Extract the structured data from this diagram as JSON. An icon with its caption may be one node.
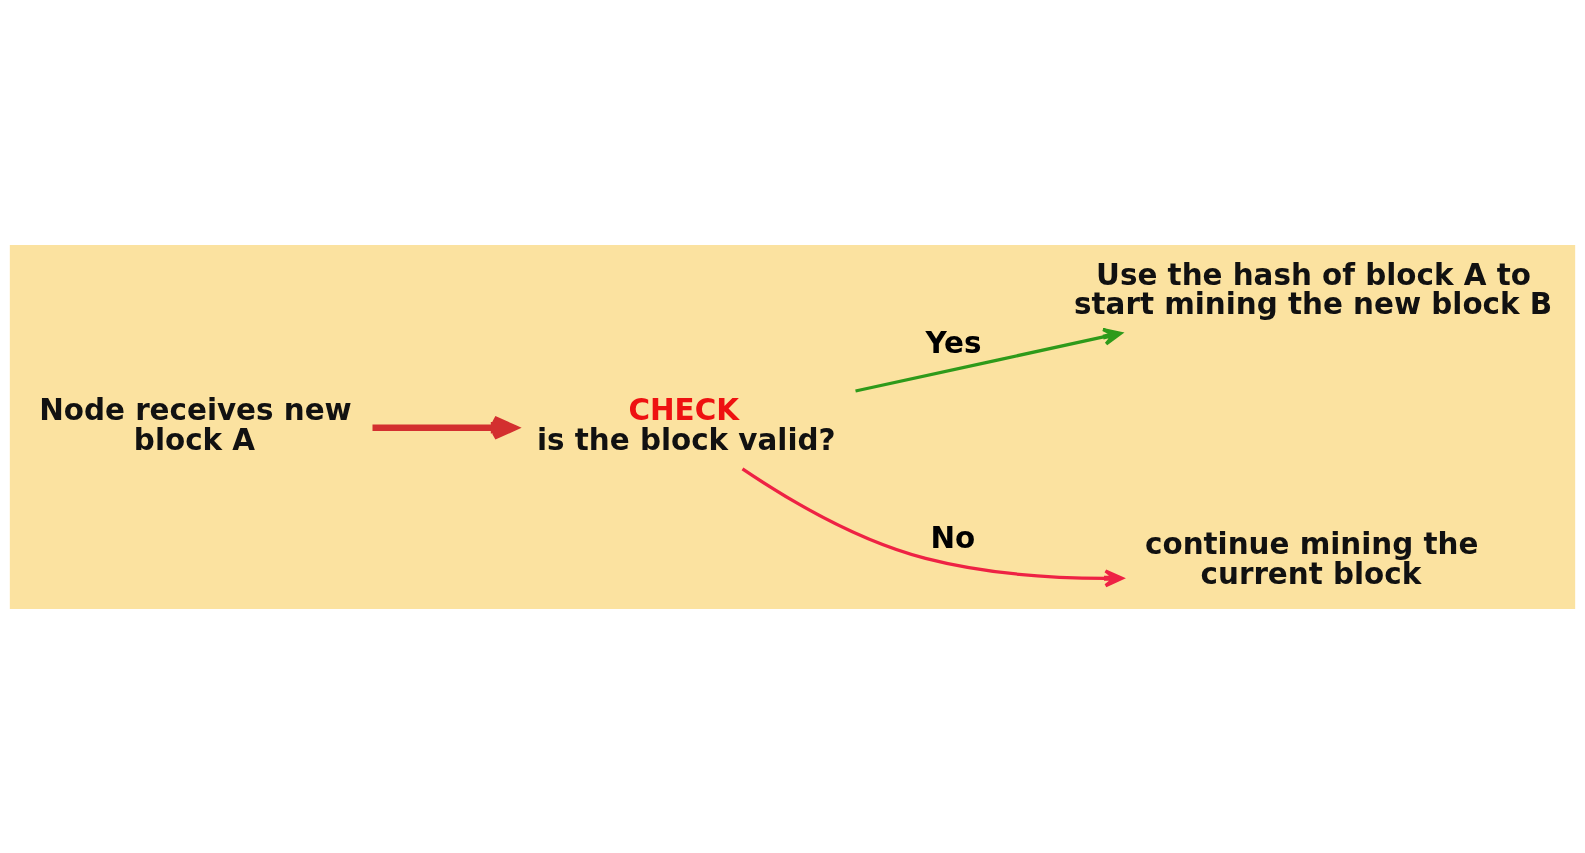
{
  "diagram": {
    "nodes": [
      {
        "text": [
          "Node receives new block A"
        ]
      },
      {
        "text": [
          "CHECK",
          "is the block valid?"
        ]
      },
      {
        "text": [
          "Use the hash of block A to start mining the new block B"
        ]
      },
      {
        "text": [
          "continue mining the current block"
        ]
      }
    ],
    "edges": [
      {
        "from": 0,
        "to": 1,
        "arrow": "to",
        "style": "thick",
        "color": "#d32f2f"
      },
      {
        "from": 1,
        "to": 2,
        "arrow": "to",
        "label": "Yes",
        "color": "#2e9a1a"
      },
      {
        "from": 1,
        "to": 3,
        "arrow": "to",
        "label": "No",
        "color": "#ee2244"
      }
    ]
  }
}
